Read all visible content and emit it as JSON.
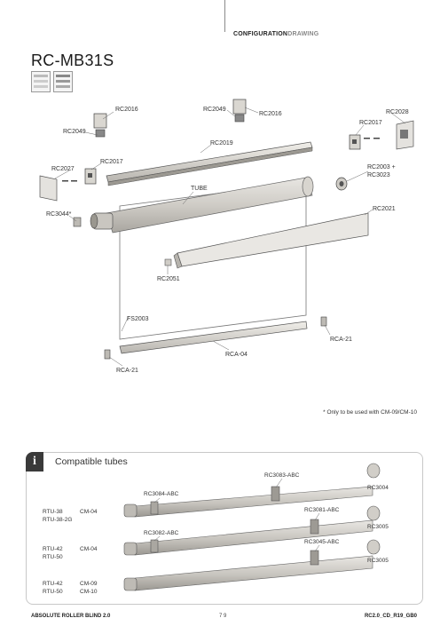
{
  "header": {
    "section_bold": "CONFIGURATION",
    "section_light": "DRAWING"
  },
  "title": "RC-MB31S",
  "drawing_labels": {
    "rc2016_left": "RC2016",
    "rc2049_left": "RC2049",
    "rc2049_right": "RC2049",
    "rc2016_right": "RC2016",
    "rc2017_right": "RC2017",
    "rc2028": "RC2028",
    "rc2019": "RC2019",
    "rc2027": "RC2027",
    "rc2017_left": "RC2017",
    "rc2003": "RC2003 +",
    "rc3023": "RC3023",
    "tube": "TUBE",
    "rc3044": "RC3044*",
    "rc2021": "RC2021",
    "rc2051": "RC2051",
    "fs2003": "FS2003",
    "rca21_right": "RCA-21",
    "rca04": "RCA-04",
    "rca21_left": "RCA-21"
  },
  "footnote": "* Only to be used with CM-09/CM-10",
  "compatible": {
    "title": "Compatible tubes",
    "badge": "i",
    "parts": {
      "rc3083": "RC3083-ABC",
      "rc3004": "RC3004",
      "rc3084": "RC3084-ABC",
      "rc3081": "RC3081-ABC",
      "rc3005_a": "RC3005",
      "rc3082": "RC3082-ABC",
      "rc3045": "RC3045-ABC",
      "rc3005_b": "RC3005"
    },
    "rows": [
      {
        "tubes": [
          "RTU-38",
          "RTU-38-2G"
        ],
        "motors": [
          "CM-04"
        ]
      },
      {
        "tubes": [
          "RTU-42",
          "RTU-50"
        ],
        "motors": [
          "CM-04"
        ]
      },
      {
        "tubes": [
          "RTU-42",
          "RTU-50"
        ],
        "motors": [
          "CM-09",
          "CM-10"
        ]
      }
    ]
  },
  "footer": {
    "left": "ABSOLUTE ROLLER BLIND 2.0",
    "page": "7 9",
    "right": "RC2.0_CD_R19_GB0"
  }
}
